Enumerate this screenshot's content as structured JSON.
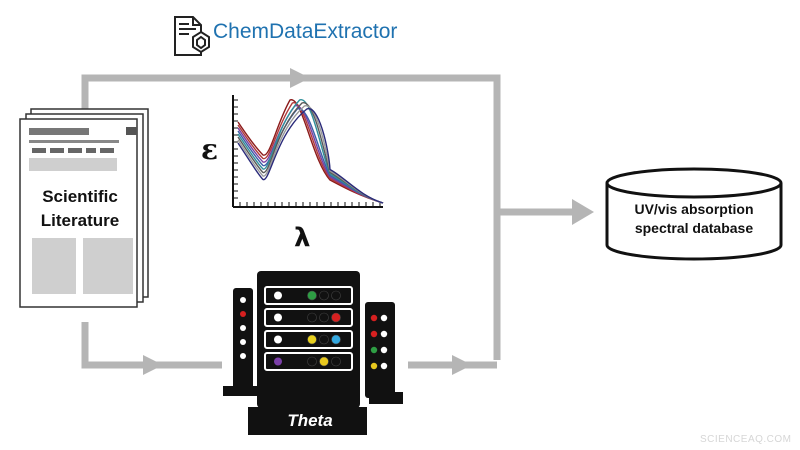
{
  "logo": {
    "text": "ChemDataExtractor",
    "icon": "document-hexagon-icon",
    "color": "#1f72b0"
  },
  "literature": {
    "line1": "Scientific",
    "line2": "Literature"
  },
  "spectra": {
    "y_symbol": "ε",
    "x_symbol": "λ",
    "line_colors": [
      "#8b1a1a",
      "#b03a3a",
      "#7a3fa0",
      "#3c5fa8",
      "#2f8f9a",
      "#5a5a5a",
      "#999999",
      "#2a2a7a"
    ]
  },
  "server": {
    "name": "Theta",
    "led_rows": [
      [
        "#111111",
        "#2e9e44",
        "#111111",
        "#111111"
      ],
      [
        "#111111",
        "#111111",
        "#111111",
        "#d62020"
      ],
      [
        "#111111",
        "#e8d01e",
        "#111111",
        "#33a8e0"
      ],
      [
        "#7b3fa8",
        "#111111",
        "#e8c81e",
        "#111111"
      ]
    ]
  },
  "database": {
    "line1": "UV/vis absorption",
    "line2": "spectral database"
  },
  "watermark": "SCIENCEAQ.COM",
  "colors": {
    "arrow": "#b5b5b5",
    "page_line": "#777777",
    "page_block": "#cfcfcf"
  }
}
